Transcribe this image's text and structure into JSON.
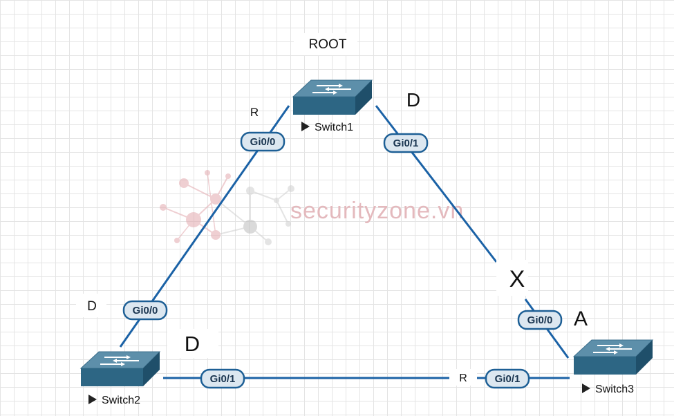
{
  "annotations": {
    "root": "ROOT",
    "r_switch1": "R",
    "d_switch1": "D",
    "x_block": "X",
    "a_switch3": "A",
    "d_switch2_left": "D",
    "d_switch2_bottom": "D",
    "r_switch3": "R"
  },
  "devices": {
    "switch1": "Switch1",
    "switch2": "Switch2",
    "switch3": "Switch3"
  },
  "ports": {
    "sw1_gi00": "Gi0/0",
    "sw1_gi01": "Gi0/1",
    "sw2_gi00": "Gi0/0",
    "sw2_gi01": "Gi0/1",
    "sw3_gi00": "Gi0/0",
    "sw3_gi01": "Gi0/1"
  },
  "watermark": "securityzone.vn",
  "colors": {
    "link": "#1b62a6",
    "switch_top": "#5d8faa",
    "switch_front": "#2d6684",
    "port_fill": "#dce7f0",
    "port_border": "#1d5f95"
  }
}
